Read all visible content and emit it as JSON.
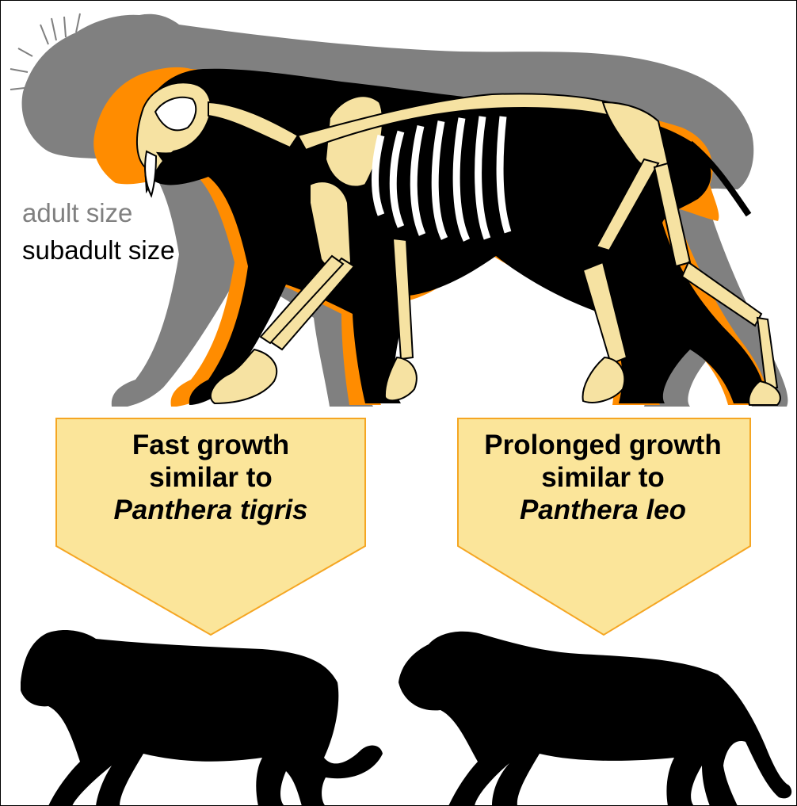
{
  "legend": {
    "adult_label": "adult size",
    "subadult_label": "subadult size",
    "adult_color": "#808080",
    "subadult_color": "#000000",
    "accent_color": "#ff8c00"
  },
  "callouts": [
    {
      "line1": "Fast growth",
      "line2": "similar to",
      "species": "Panthera tigris"
    },
    {
      "line1": "Prolonged growth",
      "line2": "similar to",
      "species": "Panthera leo"
    }
  ],
  "colors": {
    "callout_fill": "#fbe59a",
    "callout_stroke": "#f5a623",
    "bone_fill": "#f6e2a2",
    "silhouette": "#000000"
  },
  "icons": [
    "sabertooth-skeleton-icon",
    "tiger-silhouette-icon",
    "lion-silhouette-icon"
  ]
}
